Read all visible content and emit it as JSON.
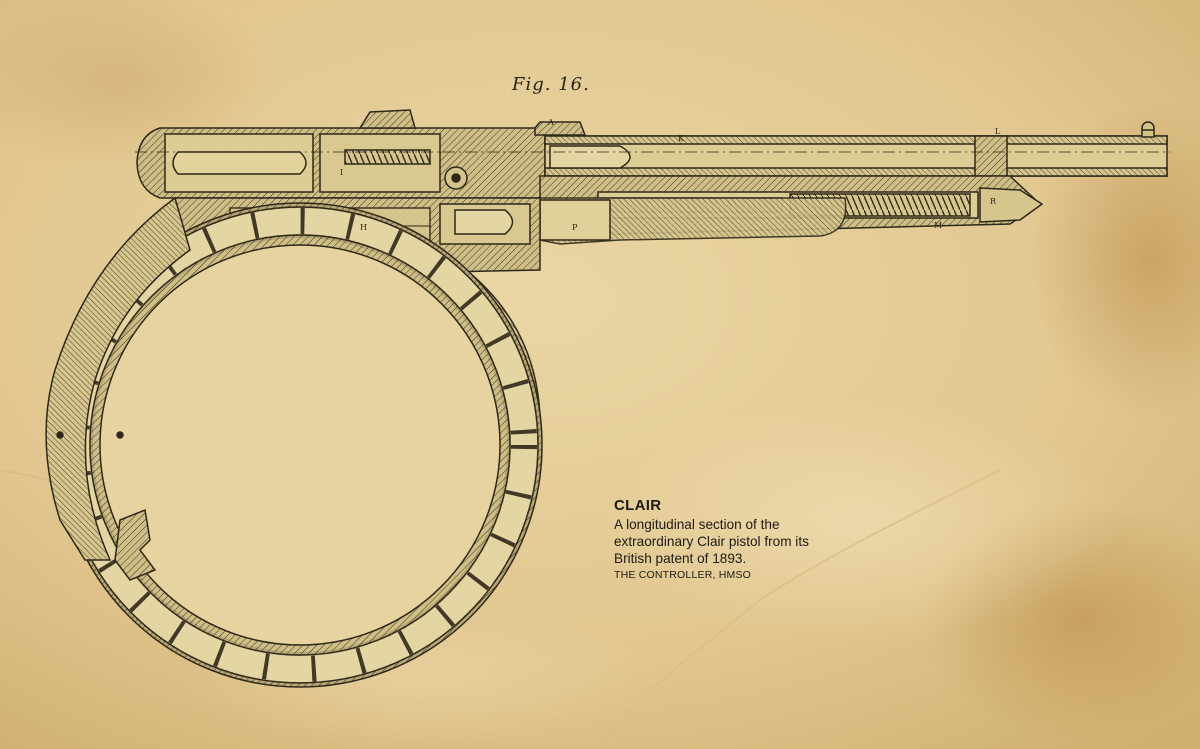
{
  "figure": {
    "label": "Fig. 16.",
    "part_letters": [
      "A",
      "K",
      "L",
      "I",
      "H",
      "P",
      "R",
      "M"
    ]
  },
  "caption": {
    "title": "CLAIR",
    "lines": [
      "A longitudinal section of the",
      "extraordinary Clair pistol from its",
      "British patent of 1893."
    ],
    "credit": "THE CONTROLLER, HMSO"
  },
  "colors": {
    "paper": "#e3cb95",
    "paper_dark": "#c9a867",
    "ink": "#3a3220",
    "drawing_fill": "#d3c48a"
  },
  "icons": [
    "pistol-drawing"
  ]
}
